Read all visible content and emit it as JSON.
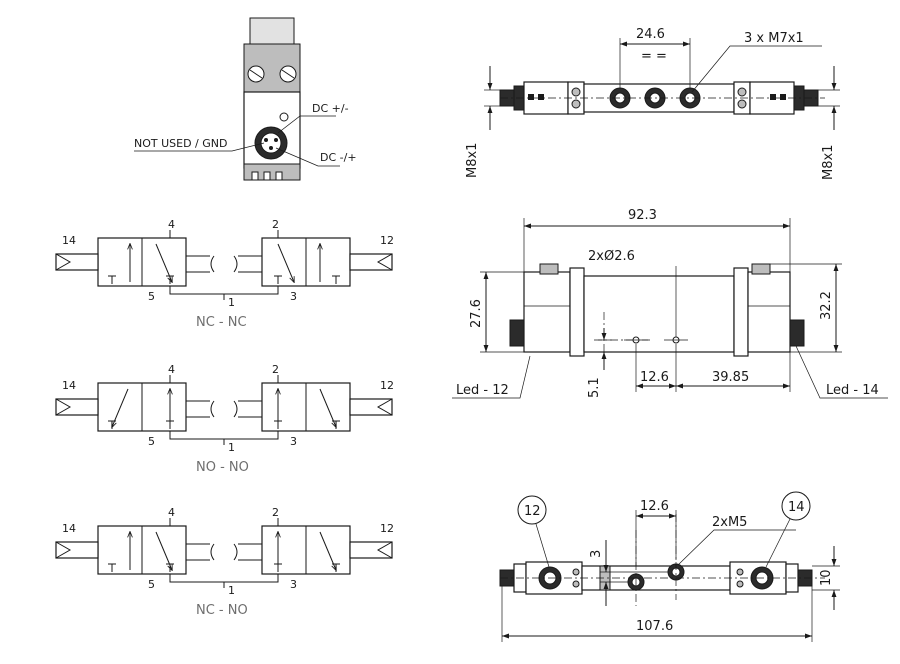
{
  "connector": {
    "dc_plus": "DC +/-",
    "dc_minus": "DC -/+",
    "not_used": "NOT USED / GND"
  },
  "schematics": [
    {
      "caption": "NC - NC",
      "ports": {
        "left_pilot": "14",
        "left_out": "4",
        "left_exh": "5",
        "supply": "1",
        "right_out": "2",
        "right_exh": "3",
        "right_pilot": "12"
      }
    },
    {
      "caption": "NO - NO",
      "ports": {
        "left_pilot": "14",
        "left_out": "4",
        "left_exh": "5",
        "supply": "1",
        "right_out": "2",
        "right_exh": "3",
        "right_pilot": "12"
      }
    },
    {
      "caption": "NC - NO",
      "ports": {
        "left_pilot": "14",
        "left_out": "4",
        "left_exh": "5",
        "supply": "1",
        "right_out": "2",
        "right_exh": "3",
        "right_pilot": "12"
      }
    }
  ],
  "top_view": {
    "spacing": "24.6",
    "equal_mark": "= =",
    "ports_label": "3 x M7x1",
    "left_thread": "M8x1",
    "right_thread": "M8x1"
  },
  "side_view": {
    "length": "92.3",
    "holes": "2xØ2.6",
    "height_left": "27.6",
    "height_right": "32.2",
    "hole_spacing": "12.6",
    "hole_offset": "39.85",
    "hole_height": "5.1",
    "led_left": "Led - 12",
    "led_right": "Led - 14"
  },
  "bottom_view": {
    "tag_left": "12",
    "tag_right": "14",
    "hole_spacing": "12.6",
    "threads": "2xM5",
    "offset": "3",
    "thickness": "10",
    "overall_length": "107.6"
  }
}
